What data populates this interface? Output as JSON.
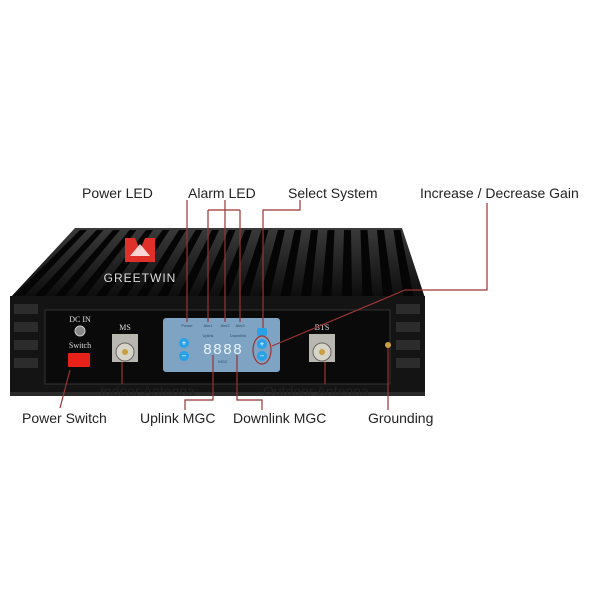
{
  "brand": "GREETWIN",
  "device": {
    "dc_in": "DC IN",
    "switch": "Switch",
    "ms": "MS",
    "bts": "BTS",
    "display": "8888",
    "panel_labels": [
      "Power",
      "Alm1",
      "Alm2",
      "Alm3"
    ],
    "uplink": "Uplink",
    "downlink": "Downlink",
    "mgc": "MGC"
  },
  "callouts": {
    "power_led": "Power LED",
    "alarm_led": "Alarm LED",
    "select_system": "Select System",
    "gain": "Increase / Decrease Gain",
    "indoor_antenna": "Indoor Antenna",
    "outdoor_antenna": "Outdoor Antenna",
    "power_switch": "Power Switch",
    "uplink_mgc": "Uplink MGC",
    "downlink_mgc": "Downlink MGC",
    "grounding": "Grounding"
  },
  "colors": {
    "callout_line": "#9a3434",
    "logo": "#e0302a",
    "panel": "#7fa3c2",
    "button": "#2aa0e6"
  }
}
